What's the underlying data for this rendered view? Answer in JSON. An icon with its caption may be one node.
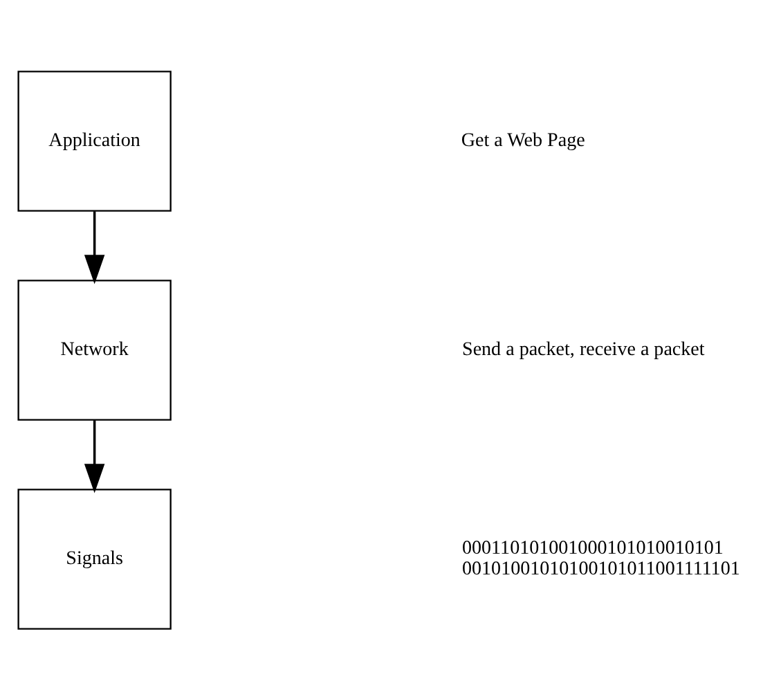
{
  "diagram": {
    "nodes": [
      {
        "text": [
          "Application"
        ]
      },
      {
        "text": [
          "Network"
        ]
      },
      {
        "text": [
          "Signals"
        ]
      }
    ],
    "edges": [
      {
        "from": 0,
        "to": 1,
        "arrow": "to"
      },
      {
        "from": 1,
        "to": 2,
        "arrow": "to"
      }
    ],
    "labels": [
      "Get a Web Page",
      "Send a packet, receive a packet",
      "000110101001000101010010101 00101001010100101011001111101"
    ]
  }
}
